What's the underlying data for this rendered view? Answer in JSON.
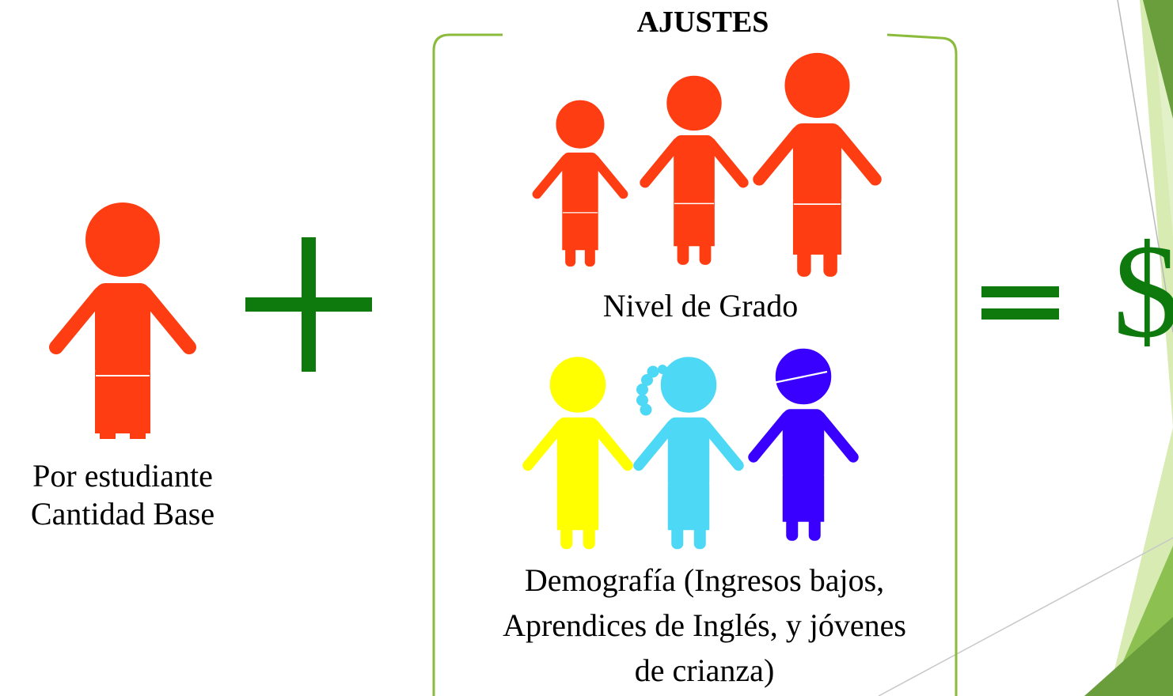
{
  "colors": {
    "child_red": "#ff3d12",
    "child_yellow": "#ffff00",
    "child_cyan": "#4dd8f5",
    "child_purple": "#3a00ff",
    "operator_green": "#0e7a0e",
    "bracket_green": "#8bbb3a",
    "deco_light_green": "#cfe5a4",
    "deco_mid_green": "#8cc152",
    "deco_dark_green": "#6a9d3c"
  },
  "base": {
    "label_line1": "Por estudiante",
    "label_line2": "Cantidad Base",
    "icon": "child-figure-icon"
  },
  "operators": {
    "plus": "plus-icon",
    "equals": "equals-icon",
    "result_symbol": "$"
  },
  "adjustments": {
    "title": "AJUSTES",
    "grade_level": {
      "label": "Nivel de Grado",
      "icons": [
        "child-small-icon",
        "child-medium-icon",
        "child-large-icon"
      ]
    },
    "demographics": {
      "label_line1": "Demografía (Ingresos bajos,",
      "label_line2": "Aprendices de Inglés, y jóvenes",
      "label_line3": "de crianza)",
      "icons": [
        "child-yellow-icon",
        "child-girl-icon",
        "child-cap-icon"
      ]
    }
  }
}
